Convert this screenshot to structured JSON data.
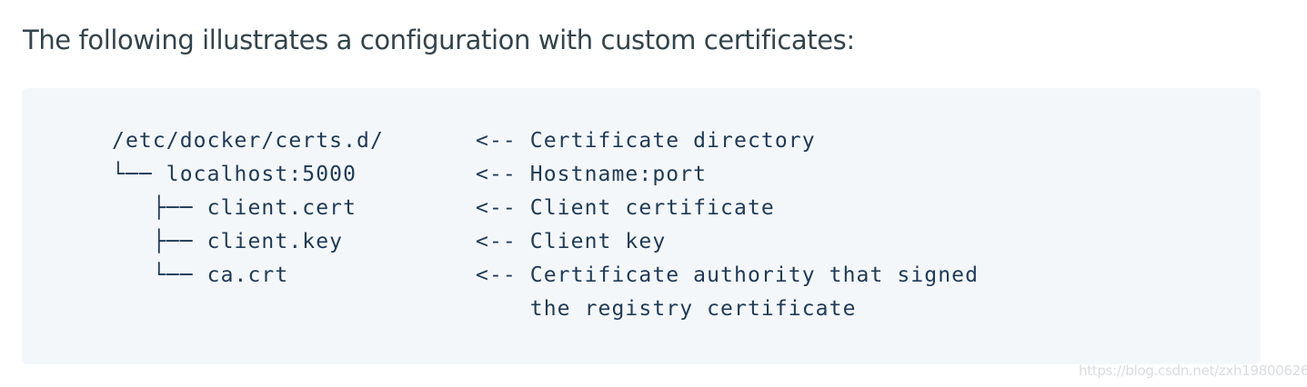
{
  "intro": "The following illustrates a configuration with custom certificates:",
  "code_lines": [
    {
      "tree": "/etc/docker/certs.d/",
      "comment": "<-- Certificate directory"
    },
    {
      "tree": "└── localhost:5000",
      "comment": "<-- Hostname:port"
    },
    {
      "tree": "   ├── client.cert",
      "comment": "<-- Client certificate"
    },
    {
      "tree": "   ├── client.key",
      "comment": "<-- Client key"
    },
    {
      "tree": "   └── ca.crt",
      "comment": "<-- Certificate authority that signed"
    },
    {
      "tree": "",
      "comment": "    the registry certificate"
    }
  ],
  "watermark": "https://blog.csdn.net/zxh19800626"
}
